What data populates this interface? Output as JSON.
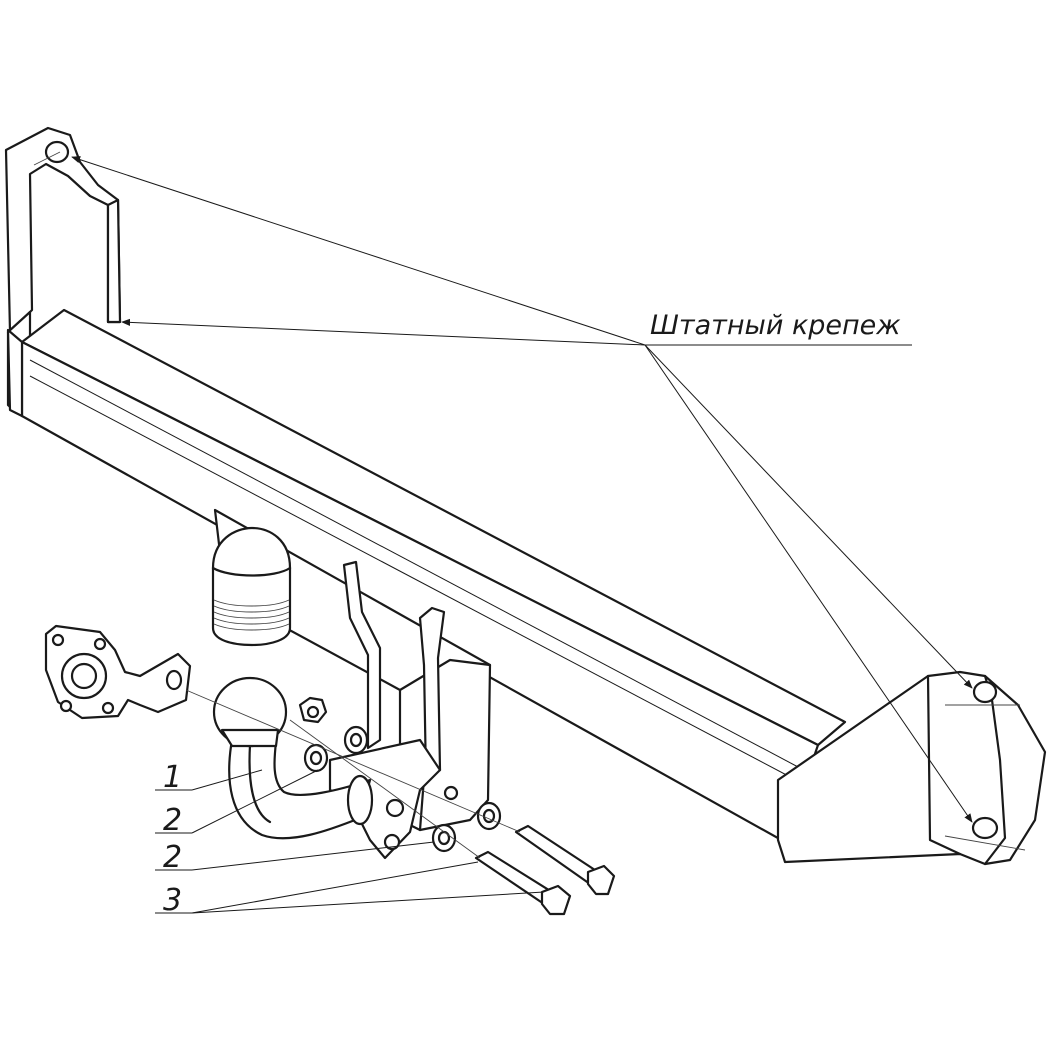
{
  "callout": {
    "label": "Штатный крепеж"
  },
  "parts": [
    {
      "number": "1"
    },
    {
      "number": "2"
    },
    {
      "number": "2"
    },
    {
      "number": "3"
    }
  ],
  "colors": {
    "line": "#1a1a1a",
    "background": "#ffffff"
  }
}
